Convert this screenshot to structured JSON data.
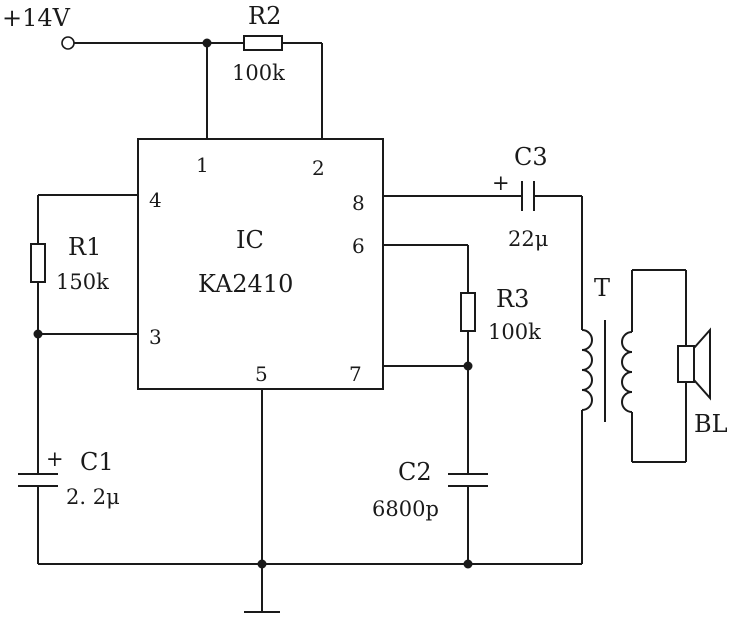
{
  "supply": {
    "label": "+14V"
  },
  "ic": {
    "name": "IC",
    "part": "KA2410"
  },
  "pins": {
    "p1": "1",
    "p2": "2",
    "p3": "3",
    "p4": "4",
    "p5": "5",
    "p6": "6",
    "p7": "7",
    "p8": "8"
  },
  "components": {
    "r1": {
      "name": "R1",
      "value": "150k"
    },
    "r2": {
      "name": "R2",
      "value": "100k"
    },
    "r3": {
      "name": "R3",
      "value": "100k"
    },
    "c1": {
      "name": "C1",
      "value": "2. 2μ",
      "polarity": "+"
    },
    "c2": {
      "name": "C2",
      "value": "6800p"
    },
    "c3": {
      "name": "C3",
      "value": "22μ",
      "polarity": "+"
    },
    "transformer": {
      "name": "T"
    },
    "speaker": {
      "name": "BL"
    }
  }
}
